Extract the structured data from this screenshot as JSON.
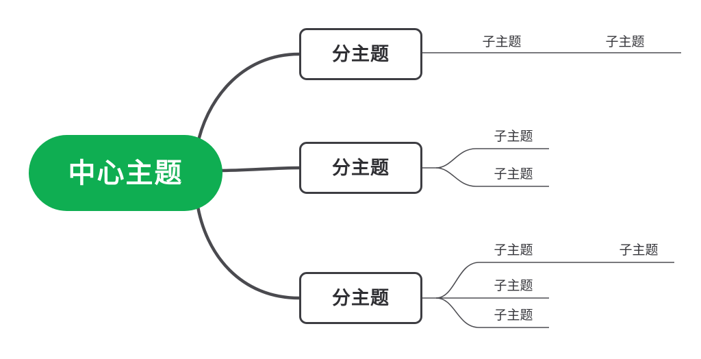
{
  "diagram": {
    "type": "mind-map",
    "title": "中心主题",
    "orientation": "left-to-right",
    "background_color": "#ffffff",
    "palette": {
      "central_fill": "#0fae52",
      "central_text": "#ffffff",
      "branch_border": "#3d3d42",
      "branch_fill": "#ffffff",
      "branch_text": "#2f2f33",
      "subtopic_text": "#35353a",
      "main_connector": "#4a4a4f",
      "leaf_connector": "#4d4d52"
    }
  },
  "central": {
    "label": "中心主题"
  },
  "branches": [
    {
      "label": "分主题",
      "subtopics": [
        {
          "label": "子主题",
          "children": [
            {
              "label": "子主题"
            }
          ]
        }
      ]
    },
    {
      "label": "分主题",
      "subtopics": [
        {
          "label": "子主题",
          "children": []
        },
        {
          "label": "子主题",
          "children": []
        }
      ]
    },
    {
      "label": "分主题",
      "subtopics": [
        {
          "label": "子主题",
          "children": [
            {
              "label": "子主题"
            }
          ]
        },
        {
          "label": "子主题",
          "children": []
        },
        {
          "label": "子主题",
          "children": []
        }
      ]
    }
  ]
}
